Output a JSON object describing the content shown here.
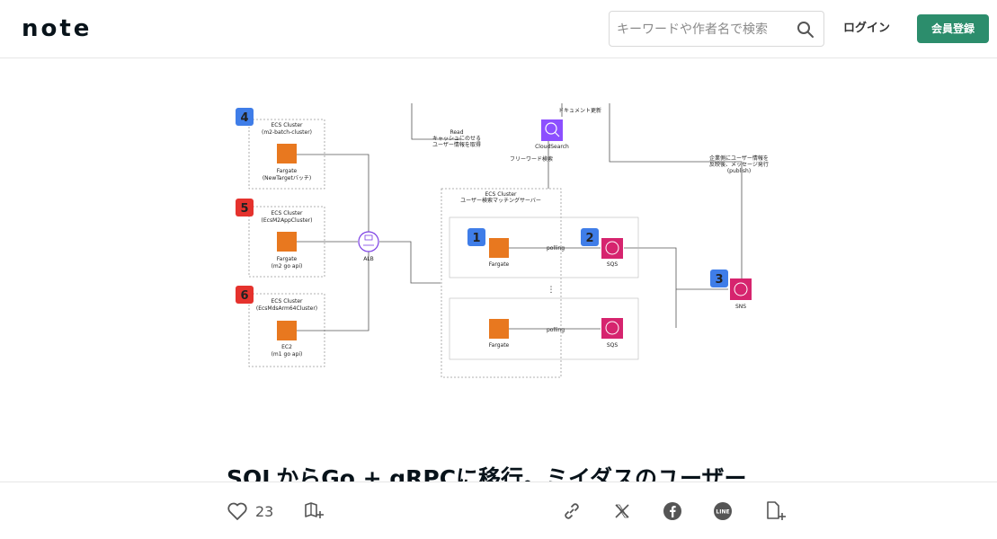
{
  "header": {
    "logo": "note",
    "search_placeholder": "キーワードや作者名で検索",
    "login_label": "ログイン",
    "signup_label": "会員登録"
  },
  "diagram": {
    "clusters": [
      {
        "badge": "4",
        "name": "ECS Cluster",
        "id": "(m2-batch-cluster)",
        "service": "Fargate",
        "service_sub": "(NewTargetバッチ)"
      },
      {
        "badge": "5",
        "name": "ECS Cluster",
        "id": "(EcsM2AppCluster)",
        "service": "Fargate",
        "service_sub": "(m2 go api)"
      },
      {
        "badge": "6",
        "name": "ECS Cluster",
        "id": "(EcsMdsArm64Cluster)",
        "service": "EC2",
        "service_sub": "(m1 go api)"
      }
    ],
    "alb_label": "ALB",
    "read_label_1": "Read",
    "read_label_2": "キャッシュにのせる",
    "read_label_3": "ユーザー情報を取得",
    "doc_update_label": "ドキュメント更新",
    "cloudsearch_label": "CloudSearch",
    "freeword_label": "フリーワード検索",
    "center_cluster_name": "ECS Cluster",
    "center_cluster_sub": "ユーザー検索マッチングサーバー",
    "badge_1": "1",
    "badge_2": "2",
    "badge_3": "3",
    "fargate_label": "Fargate",
    "polling_label": "polling",
    "sqs_label": "SQS",
    "sns_label": "SNS",
    "publish_label_1": "企業側にユーザー情報を",
    "publish_label_2": "反映後、メッセージ発行",
    "publish_label_3": "(publish)"
  },
  "article": {
    "title": "SQLからGo + gRPCに移行。ミイダスのユーザー"
  },
  "bottom": {
    "like_count": "23"
  },
  "colors": {
    "brand_green": "#2c8d6c",
    "fargate_orange": "#e8781f",
    "sqs_pink": "#d6246e",
    "cloudsearch_purple": "#8c4fff",
    "badge_blue": "#3f7de8",
    "badge_red": "#e5322d"
  }
}
